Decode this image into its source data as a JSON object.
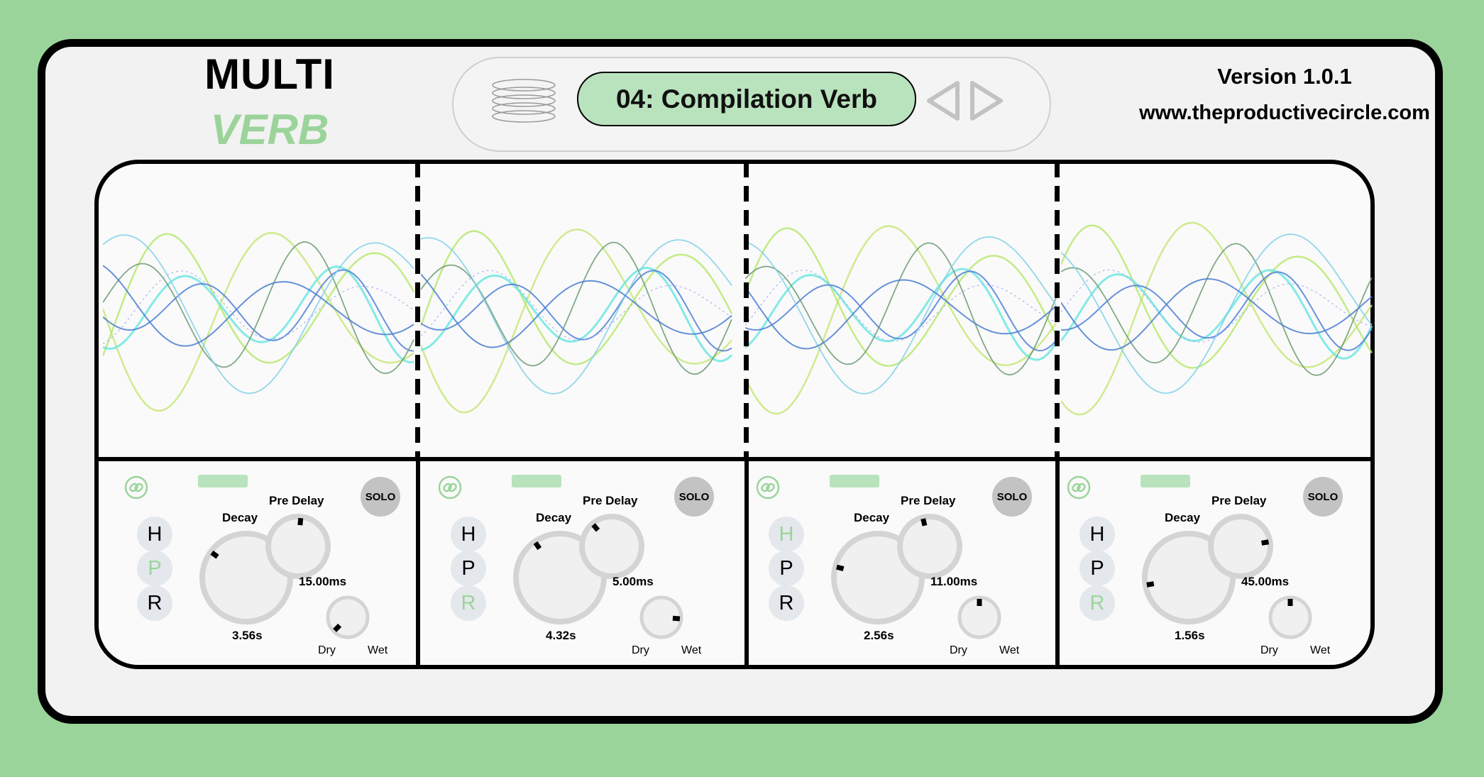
{
  "header": {
    "logo_line1": "MULTI",
    "logo_line2": "VERB",
    "version": "Version 1.0.1",
    "website": "www.theproductivecircle.com"
  },
  "preset": {
    "name": "04: Compilation Verb"
  },
  "colors": {
    "background": "#9bd49b",
    "accent_green": "#9bd49b",
    "preset_fill": "#b9e3bd",
    "solo_fill": "#c3c3c3",
    "mode_fill": "#e4e8ec"
  },
  "labels": {
    "pre_delay": "Pre Delay",
    "decay": "Decay",
    "dry": "Dry",
    "wet": "Wet",
    "solo": "SOLO"
  },
  "modes": [
    "H",
    "P",
    "R"
  ],
  "bands": [
    {
      "decay": "3.56s",
      "pre_delay": "15.00ms",
      "active_mode": "P",
      "decay_level": 0.3,
      "pre_delay_level": 0.52,
      "mix_level": 0.0
    },
    {
      "decay": "4.32s",
      "pre_delay": "5.00ms",
      "active_mode": "R",
      "decay_level": 0.37,
      "pre_delay_level": 0.35,
      "mix_level": 0.85
    },
    {
      "decay": "2.56s",
      "pre_delay": "11.00ms",
      "active_mode": "H",
      "decay_level": 0.22,
      "pre_delay_level": 0.45,
      "mix_level": 0.5
    },
    {
      "decay": "1.56s",
      "pre_delay": "45.00ms",
      "active_mode": "R",
      "decay_level": 0.13,
      "pre_delay_level": 0.8,
      "mix_level": 0.5
    }
  ]
}
